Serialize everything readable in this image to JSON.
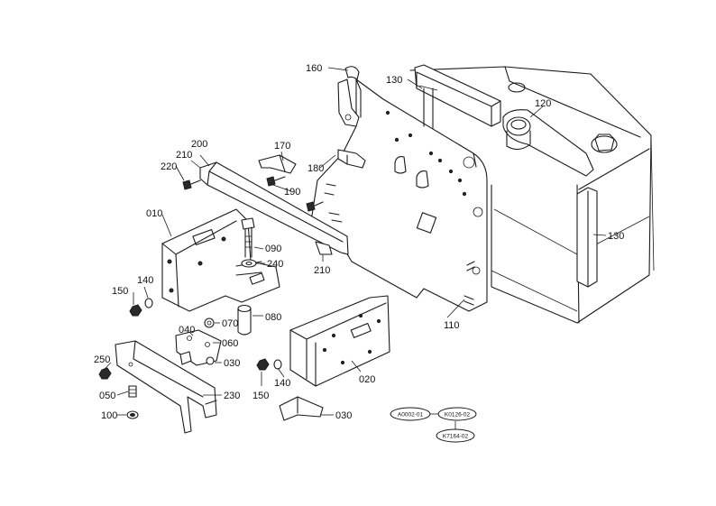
{
  "parts": [
    {
      "id": "p160",
      "label": "160"
    },
    {
      "id": "p130a",
      "label": "130"
    },
    {
      "id": "p120",
      "label": "120"
    },
    {
      "id": "p130b",
      "label": "130"
    },
    {
      "id": "p200",
      "label": "200"
    },
    {
      "id": "p210a",
      "label": "210"
    },
    {
      "id": "p220",
      "label": "220"
    },
    {
      "id": "p170",
      "label": "170"
    },
    {
      "id": "p180",
      "label": "180"
    },
    {
      "id": "p190",
      "label": "190"
    },
    {
      "id": "p010",
      "label": "010"
    },
    {
      "id": "p090",
      "label": "090"
    },
    {
      "id": "p240",
      "label": "240"
    },
    {
      "id": "p210b",
      "label": "210"
    },
    {
      "id": "p140a",
      "label": "140"
    },
    {
      "id": "p150a",
      "label": "150"
    },
    {
      "id": "p080",
      "label": "080"
    },
    {
      "id": "p070",
      "label": "070"
    },
    {
      "id": "p060",
      "label": "060"
    },
    {
      "id": "p040",
      "label": "040"
    },
    {
      "id": "p030a",
      "label": "030"
    },
    {
      "id": "p110",
      "label": "110"
    },
    {
      "id": "p250",
      "label": "250"
    },
    {
      "id": "p050",
      "label": "050"
    },
    {
      "id": "p100",
      "label": "100"
    },
    {
      "id": "p230",
      "label": "230"
    },
    {
      "id": "p150b",
      "label": "150"
    },
    {
      "id": "p140b",
      "label": "140"
    },
    {
      "id": "p020",
      "label": "020"
    },
    {
      "id": "p030b",
      "label": "030"
    }
  ],
  "references": [
    {
      "id": "ref1",
      "label": "A0002-01"
    },
    {
      "id": "ref2",
      "label": "K0126-02"
    },
    {
      "id": "ref3",
      "label": "K7164-02"
    }
  ]
}
